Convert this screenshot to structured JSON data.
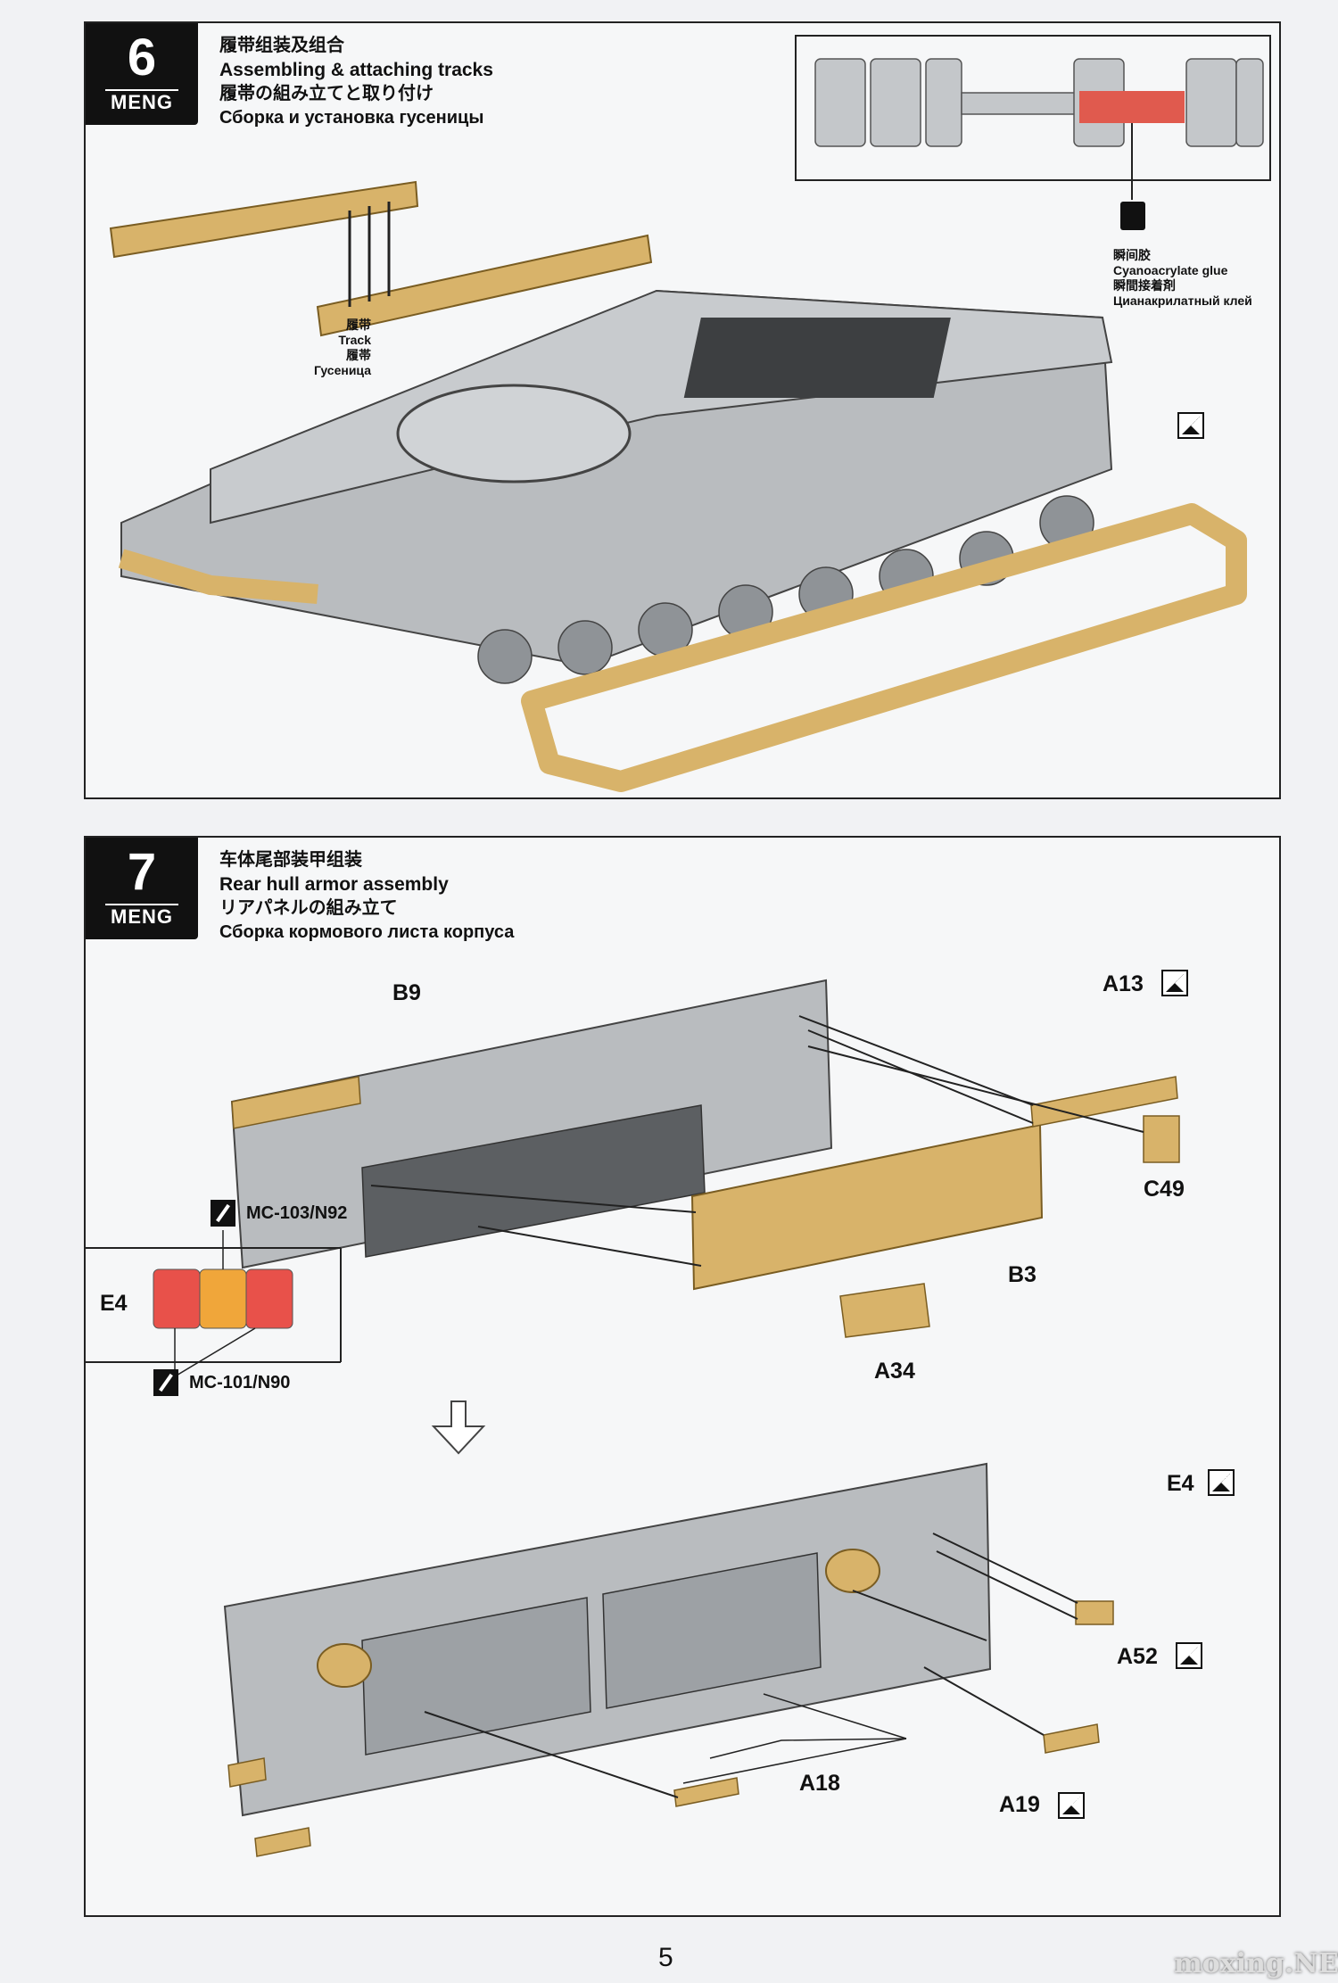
{
  "steps": [
    {
      "number": "6",
      "brand": "MENG",
      "title_cn": "履带组装及组合",
      "title_en": "Assembling & attaching tracks",
      "title_jp": "履帯の組み立てと取り付け",
      "title_ru": "Сборка и установка гусеницы",
      "track_label": [
        "履带",
        "Track",
        "履帯",
        "Гусеница"
      ],
      "glue_label": [
        "瞬间胶",
        "Cyanoacrylate glue",
        "瞬間接着剤",
        "Цианакрилатный клей"
      ]
    },
    {
      "number": "7",
      "brand": "MENG",
      "title_cn": "车体尾部装甲组装",
      "title_en": "Rear hull armor assembly",
      "title_jp": "リアパネルの組み立て",
      "title_ru": "Сборка кормового листа корпуса",
      "parts": {
        "b9": "B9",
        "a13": "A13",
        "c49": "C49",
        "b3": "B3",
        "a34": "A34",
        "e4": "E4",
        "a52": "A52",
        "a18": "A18",
        "a19": "A19"
      },
      "paints": {
        "top": "MC-103/N92",
        "bottom": "MC-101/N90",
        "swatch_colors": [
          "#e8514a",
          "#f0a63a",
          "#e8514a"
        ]
      }
    }
  ],
  "page_number": "5",
  "watermark": "moxing.NET",
  "colors": {
    "part_tan": "#d8b36a",
    "hull_grey": "#b9bcbf",
    "glue_red": "#e05a4e"
  }
}
